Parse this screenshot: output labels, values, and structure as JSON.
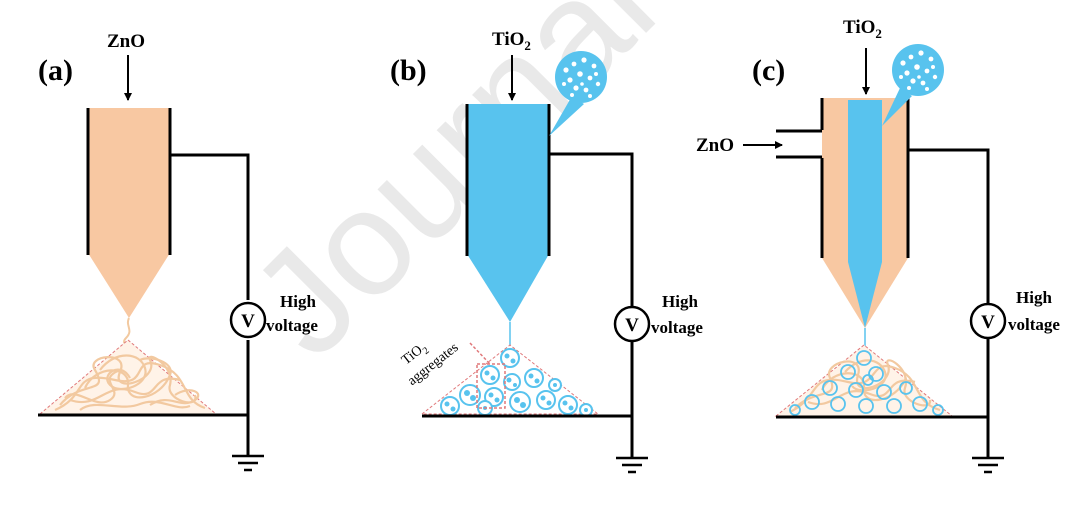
{
  "watermark": "Journal",
  "panels": [
    {
      "id": "a",
      "label": "(a)",
      "feed": "ZnO",
      "voltage": {
        "symbol": "V",
        "line1": "High",
        "line2": "voltage"
      }
    },
    {
      "id": "b",
      "label": "(b)",
      "feed": "TiO",
      "feed_sub": "2",
      "voltage": {
        "symbol": "V",
        "line1": "High",
        "line2": "voltage"
      },
      "aggregate_label": "TiO",
      "aggregate_sub": "2",
      "aggregate_label2": "aggregates"
    },
    {
      "id": "c",
      "label": "(c)",
      "feed_top": "TiO",
      "feed_top_sub": "2",
      "feed_side": "ZnO",
      "voltage": {
        "symbol": "V",
        "line1": "High",
        "line2": "voltage"
      }
    }
  ],
  "colors": {
    "zno_fill": "#f8c8a2",
    "tio2_fill": "#58c3ee",
    "collector_edge": "#e0787a",
    "fiber": "#f2c9a0",
    "outline": "#000000"
  }
}
